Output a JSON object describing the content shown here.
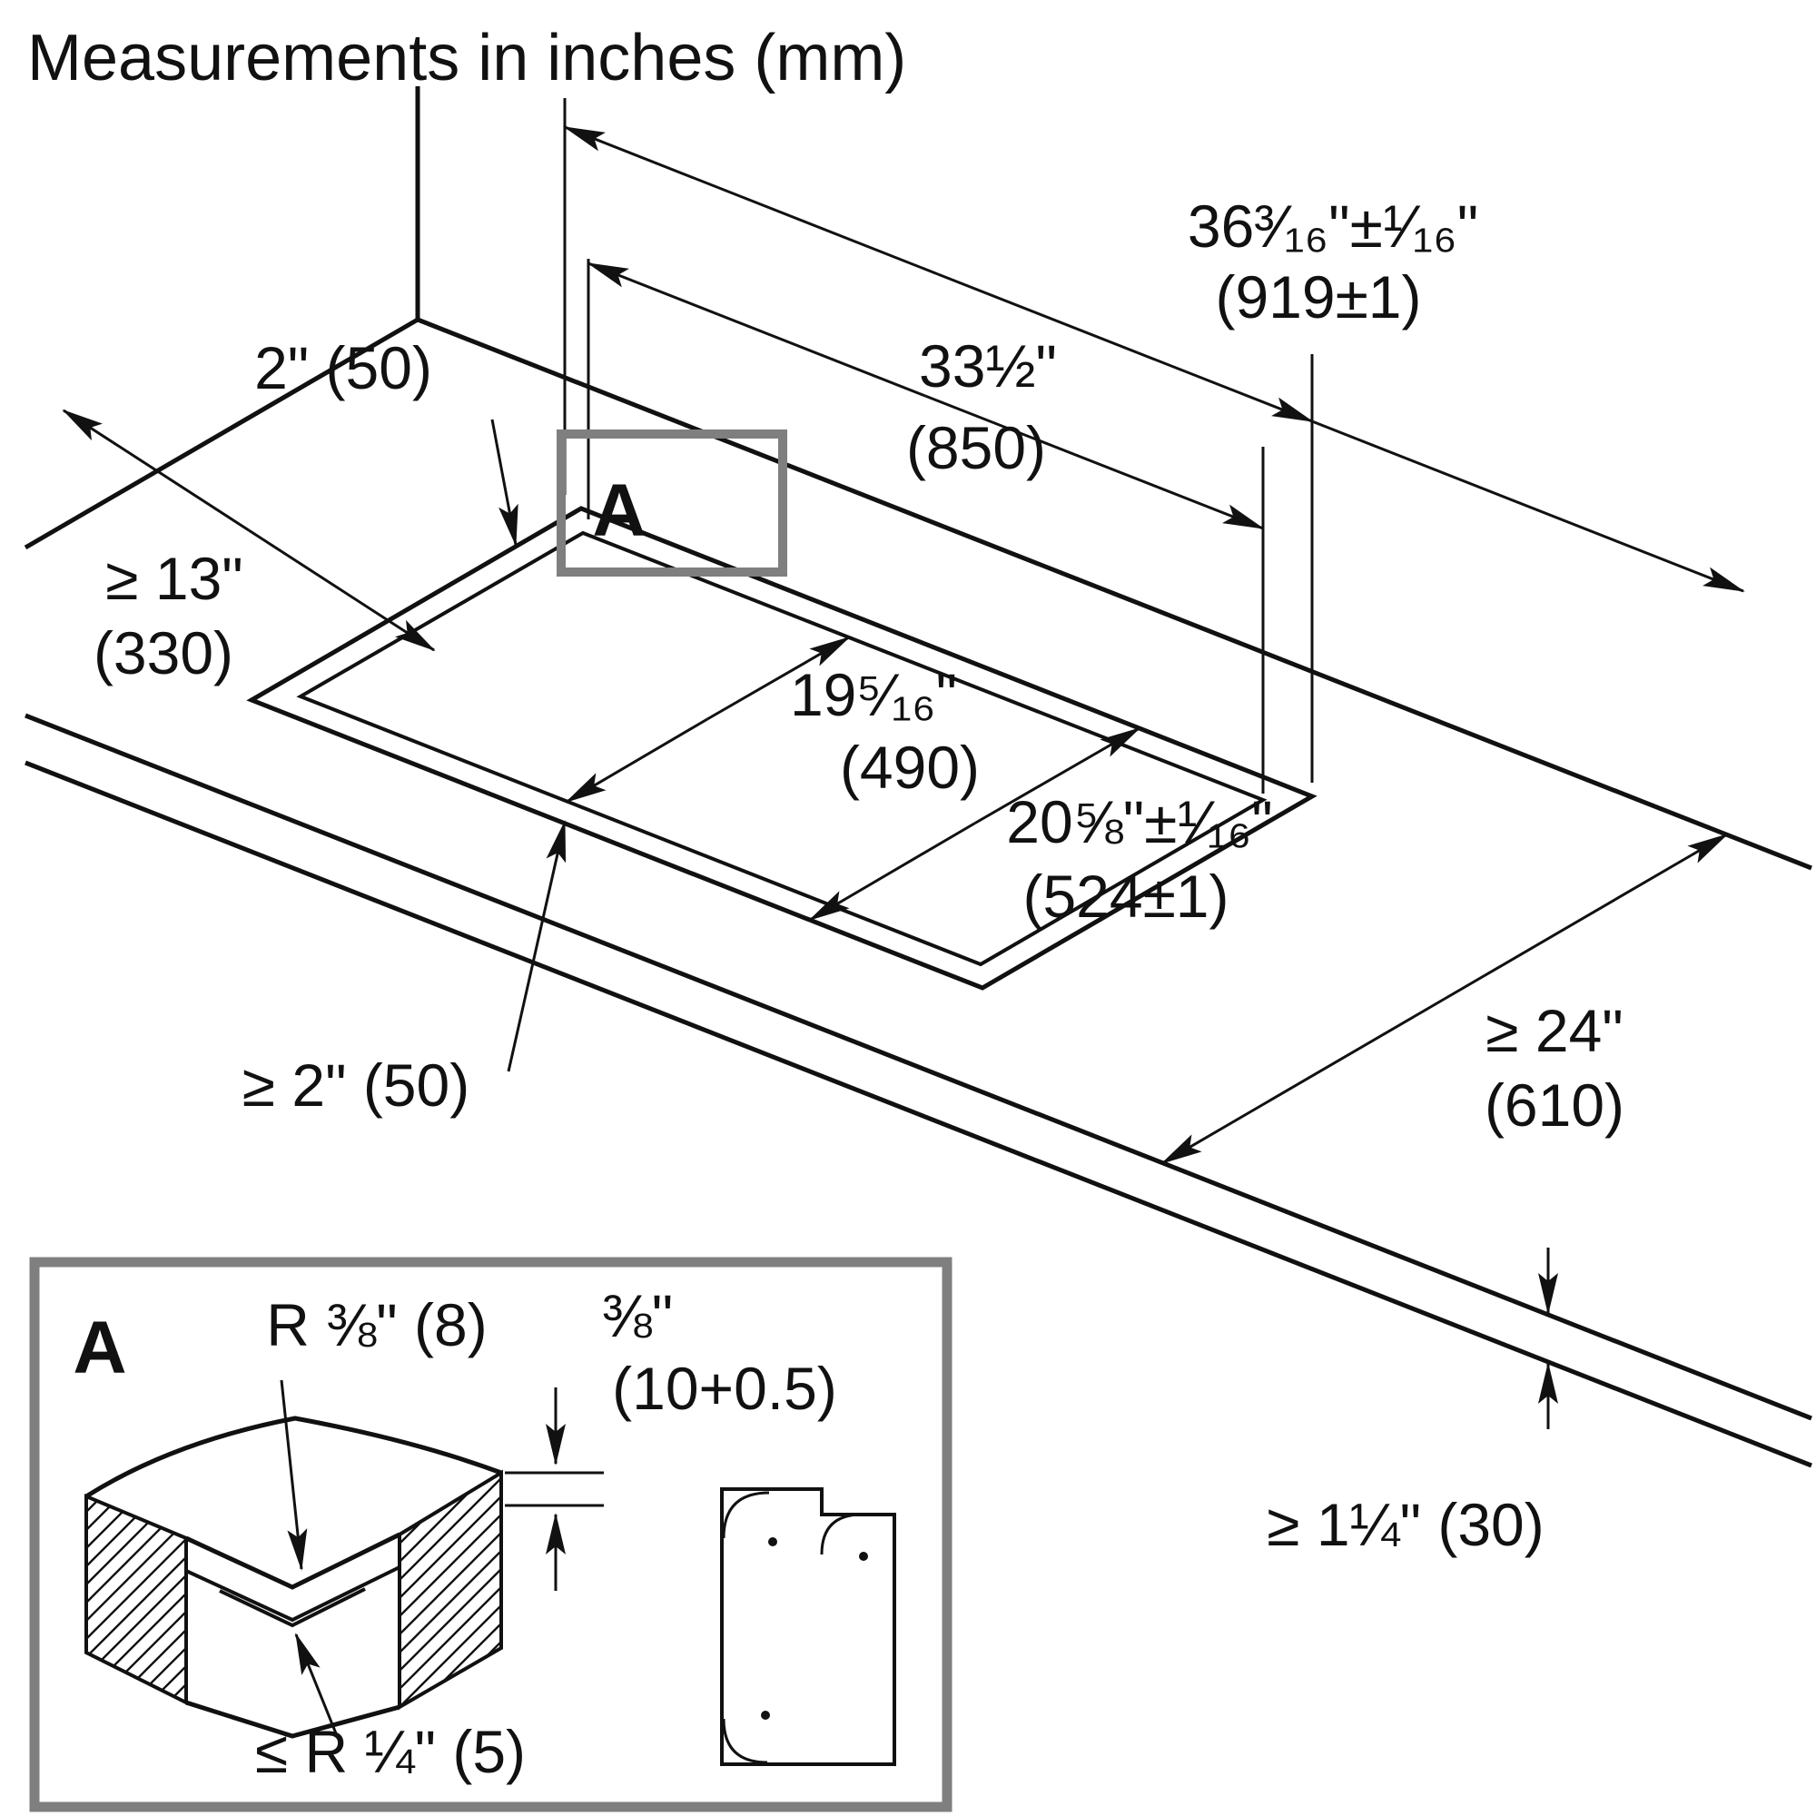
{
  "title": "Measurements in inches (mm)",
  "colors": {
    "line": "#111111",
    "marker_box": "#7f7f7f"
  },
  "dims": {
    "outer_width": "36³⁄₁₆\"±¹⁄₁₆\"",
    "outer_width_mm": "(919±1)",
    "inner_width": "33½\"",
    "inner_width_mm": "(850)",
    "rear_gap": "2\" (50)",
    "left_clearance": "≥ 13\"",
    "left_clearance_mm": "(330)",
    "inner_depth": "19⁵⁄₁₆\"",
    "inner_depth_mm": "(490)",
    "outer_depth": "20⅝\"±¹⁄₁₆\"",
    "outer_depth_mm": "(524±1)",
    "front_gap": "≥ 2\" (50)",
    "counter_depth": "≥ 24\"",
    "counter_depth_mm": "(610)",
    "front_edge_min": "≥ 1¼\" (30)"
  },
  "marker": {
    "label": "A"
  },
  "detail": {
    "label": "A",
    "outer_radius": "R ⅜\" (8)",
    "step_height": "⅜\"",
    "step_height_mm": "(10+0.5)",
    "inner_radius": "≤ R ¼\" (5)"
  }
}
